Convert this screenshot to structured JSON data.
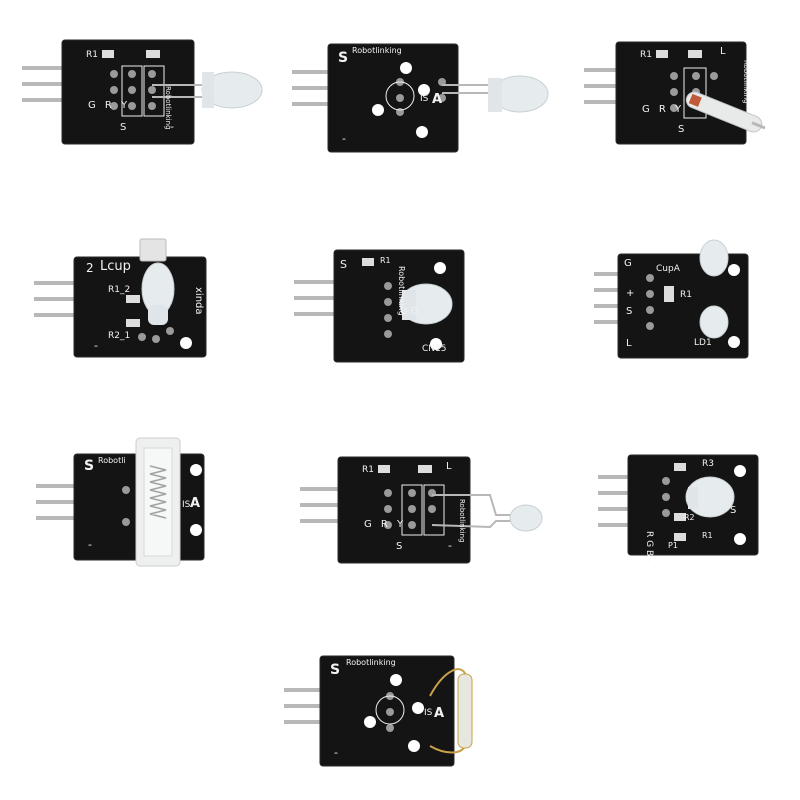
{
  "colors": {
    "background": "#ffffff",
    "pcb": "#141414",
    "pcb_edge": "#2a2a2a",
    "silkscreen": "#f2f2f2",
    "header_pin": "#b8b8b8",
    "pad": "#9a9a9a",
    "led_clear": "#e6ecee",
    "reed_gold": "#c8a04a"
  },
  "modules": [
    {
      "id": "m1",
      "labels": {
        "r1": "R1",
        "pins": "G R Y",
        "s": "S",
        "minus": "-",
        "brand": "Robotlinking"
      },
      "icon": "bicolor-led-icon"
    },
    {
      "id": "m2",
      "labels": {
        "s": "S",
        "minus": "-",
        "brand": "Robotlinking",
        "part": "A",
        "sub": "IS"
      },
      "icon": "led-icon"
    },
    {
      "id": "m3",
      "labels": {
        "r1": "R1",
        "l": "L",
        "pins": "G R Y",
        "s": "S",
        "brand": "Robotlinking"
      },
      "icon": "tilt-switch-icon"
    },
    {
      "id": "m4",
      "labels": {
        "top": "Lcup",
        "num": "2",
        "r1": "R1_2",
        "r2": "R2_1",
        "side": "xinda",
        "minus": "-"
      },
      "icon": "photo-interrupter-icon"
    },
    {
      "id": "m5",
      "labels": {
        "s": "S",
        "r1": "R1",
        "brand": "Robotlinking",
        "pins": "U G",
        "code": "CN15"
      },
      "icon": "ir-led-icon"
    },
    {
      "id": "m6",
      "labels": {
        "g": "G",
        "plus": "+",
        "s": "S",
        "l": "L",
        "cup": "CupA",
        "r1": "R1",
        "ld": "LD1"
      },
      "icon": "light-cup-icon"
    },
    {
      "id": "m7",
      "labels": {
        "s": "S",
        "brand": "Robotli",
        "minus": "-",
        "part": "A",
        "sub": "IS"
      },
      "icon": "knock-sensor-icon"
    },
    {
      "id": "m8",
      "labels": {
        "r1": "R1",
        "l": "L",
        "pins": "G R Y",
        "s": "S",
        "minus": "-",
        "brand": "Robotlinking"
      },
      "icon": "bicolor-led-icon"
    },
    {
      "id": "m9",
      "labels": {
        "r3": "R3",
        "pins": "R G B -",
        "r2": "R2",
        "r1": "R1",
        "p1": "P1",
        "s": "S"
      },
      "icon": "rgb-led-icon"
    },
    {
      "id": "m10",
      "labels": {
        "s": "S",
        "brand": "Robotlinking",
        "minus": "-",
        "part": "A",
        "sub": "IS"
      },
      "icon": "reed-switch-icon"
    }
  ]
}
